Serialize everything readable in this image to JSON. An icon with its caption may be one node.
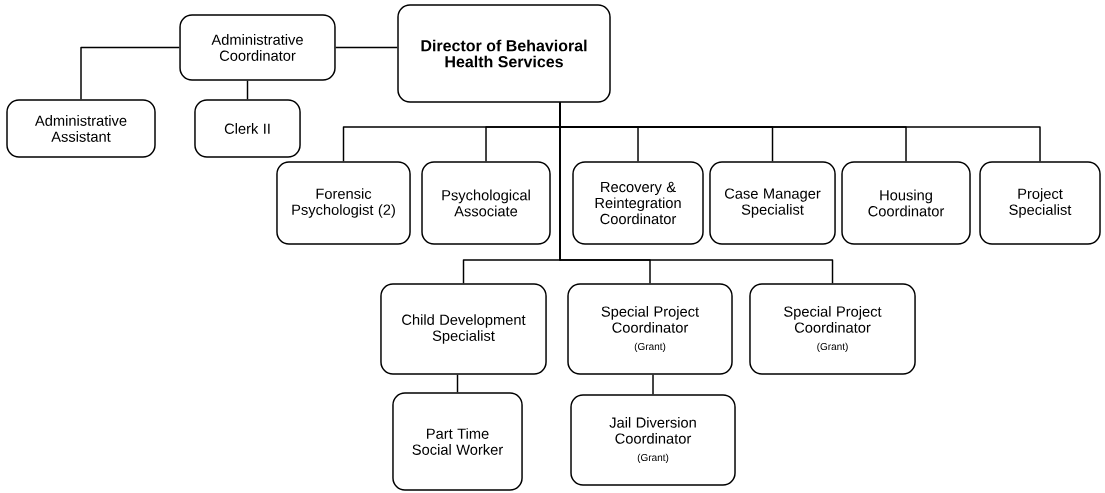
{
  "diagram": {
    "nodes": [
      {
        "text": [
          "Director of Behavioral Health Services"
        ]
      },
      {
        "text": [
          "Administrative Coordinator"
        ]
      },
      {
        "text": [
          "Administrative Assistant"
        ]
      },
      {
        "text": [
          "Clerk II"
        ]
      },
      {
        "text": [
          "Forensic Psychologist (2)"
        ]
      },
      {
        "text": [
          "Psychological Associate"
        ]
      },
      {
        "text": [
          "Recovery & Reintegration Coordinator"
        ]
      },
      {
        "text": [
          "Case Manager Specialist"
        ]
      },
      {
        "text": [
          "Housing Coordinator"
        ]
      },
      {
        "text": [
          "Project Specialist"
        ]
      },
      {
        "text": [
          "Child Development Specialist"
        ]
      },
      {
        "text": [
          "Special Project Coordinator",
          "(Grant)"
        ]
      },
      {
        "text": [
          "Special Project Coordinator",
          "(Grant)"
        ]
      },
      {
        "text": [
          "Part Time Social Worker"
        ]
      },
      {
        "text": [
          "Jail Diversion Coordinator",
          "(Grant)"
        ]
      }
    ],
    "edges": [
      {
        "from": 0,
        "to": 1,
        "arrow": "none"
      },
      {
        "from": 1,
        "to": 2,
        "arrow": "none"
      },
      {
        "from": 1,
        "to": 3,
        "arrow": "none"
      },
      {
        "from": 0,
        "to": 4,
        "arrow": "none"
      },
      {
        "from": 0,
        "to": 5,
        "arrow": "none"
      },
      {
        "from": 0,
        "to": 6,
        "arrow": "none"
      },
      {
        "from": 0,
        "to": 7,
        "arrow": "none"
      },
      {
        "from": 0,
        "to": 8,
        "arrow": "none"
      },
      {
        "from": 0,
        "to": 9,
        "arrow": "none"
      },
      {
        "from": 0,
        "to": 10,
        "arrow": "none"
      },
      {
        "from": 0,
        "to": 11,
        "arrow": "none"
      },
      {
        "from": 0,
        "to": 12,
        "arrow": "none"
      },
      {
        "from": 10,
        "to": 13,
        "arrow": "none"
      },
      {
        "from": 11,
        "to": 14,
        "arrow": "none"
      }
    ]
  }
}
